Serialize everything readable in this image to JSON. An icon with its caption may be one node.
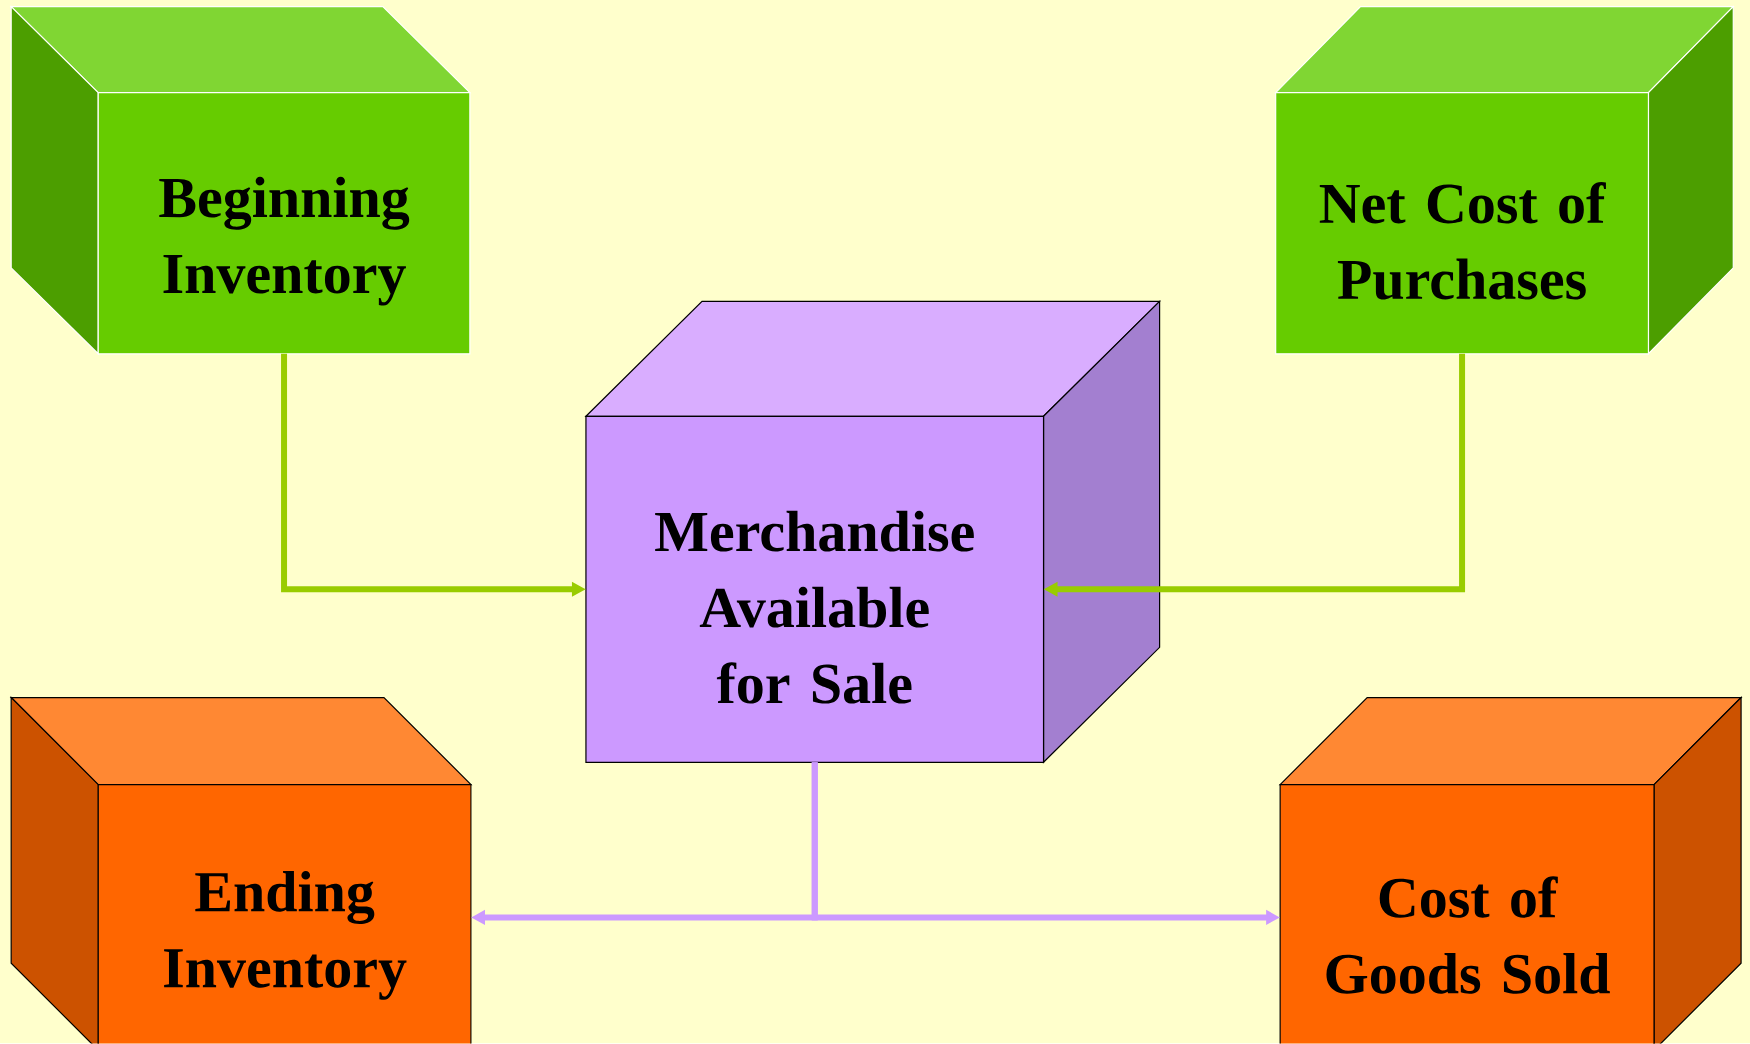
{
  "diagram": {
    "nodes": [
      {
        "text": [
          "Beginning Inventory"
        ]
      },
      {
        "text": [
          "Net Cost of Purchases"
        ]
      },
      {
        "text": [
          "Merchandise Available for Sale"
        ]
      },
      {
        "text": [
          "Ending Inventory"
        ]
      },
      {
        "text": [
          "Cost of Goods Sold"
        ]
      }
    ],
    "edges": [
      {
        "from": 0,
        "to": 2,
        "arrow": "to",
        "color": "#99cc00"
      },
      {
        "from": 1,
        "to": 2,
        "arrow": "to",
        "color": "#99cc00"
      },
      {
        "from": 2,
        "to": 3,
        "arrow": "to",
        "color": "#cc99ff"
      },
      {
        "from": 2,
        "to": 4,
        "arrow": "to",
        "color": "#cc99ff"
      }
    ]
  }
}
